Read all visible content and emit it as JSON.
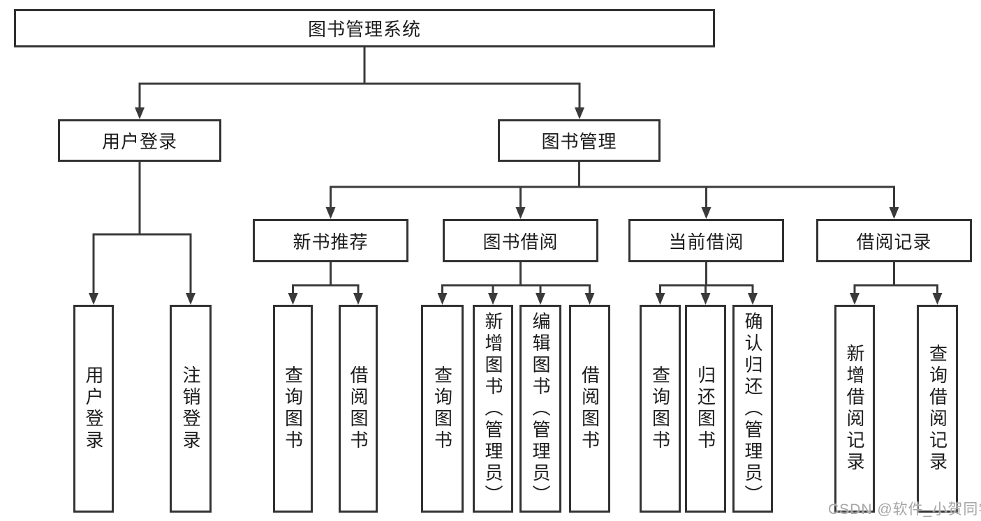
{
  "diagram": {
    "root": {
      "label": "图书管理系统"
    },
    "level2": {
      "user_login": {
        "label": "用户登录"
      },
      "book_mgmt": {
        "label": "图书管理"
      }
    },
    "level3": {
      "new_book_rec": {
        "label": "新书推荐"
      },
      "book_borrow": {
        "label": "图书借阅"
      },
      "current_borrow": {
        "label": "当前借阅"
      },
      "borrow_records": {
        "label": "借阅记录"
      }
    },
    "leaves": {
      "user_login_leaf": {
        "label": "用户登录"
      },
      "logout_leaf": {
        "label": "注销登录"
      },
      "nbr_query": {
        "label": "查询图书"
      },
      "nbr_borrow": {
        "label": "借阅图书"
      },
      "bb_query": {
        "label": "查询图书"
      },
      "bb_add": {
        "label": "新增图书（管理员）"
      },
      "bb_edit": {
        "label": "编辑图书（管理员）"
      },
      "bb_borrow": {
        "label": "借阅图书"
      },
      "cb_query": {
        "label": "查询图书"
      },
      "cb_return": {
        "label": "归还图书"
      },
      "cb_confirm": {
        "label": "确认归还（管理员）"
      },
      "br_add": {
        "label": "新增借阅记录"
      },
      "br_query": {
        "label": "查询借阅记录"
      }
    }
  },
  "watermark": {
    "text": "CSDN @软件_小贺同学"
  },
  "colors": {
    "line": "#3a3a3a",
    "box_border": "#323232",
    "text": "#1c1c1c",
    "watermark": "#a6a6a6",
    "background": "#ffffff"
  }
}
